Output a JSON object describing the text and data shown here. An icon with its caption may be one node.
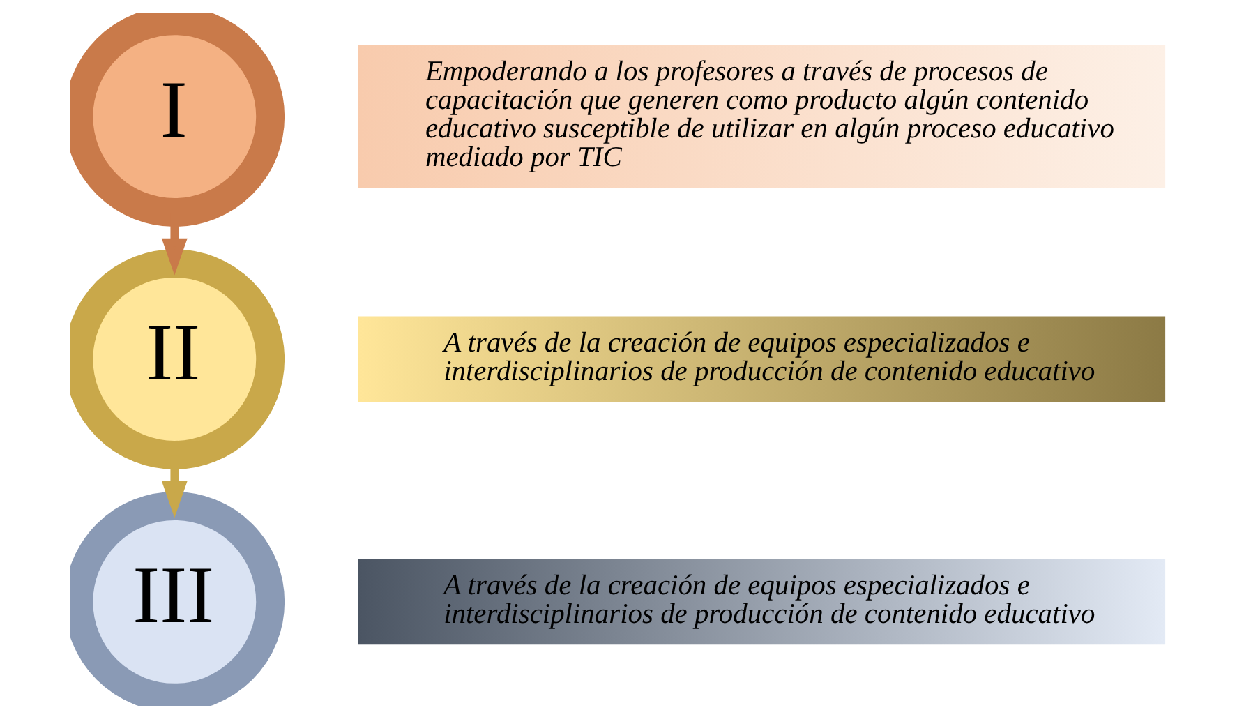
{
  "diagram": {
    "nodes": [
      {
        "text": [
          "I"
        ]
      },
      {
        "text": [
          "Empoderando a los profesores a través de procesos de capacitación que generen como producto algún contenido educativo susceptible de utilizar en algún proceso educativo mediado por TIC"
        ]
      },
      {
        "text": [
          "II"
        ]
      },
      {
        "text": [
          "A través de la creación de equipos especializados e interdisciplinarios de producción de contenido educativo"
        ]
      },
      {
        "text": [
          "III"
        ]
      },
      {
        "text": [
          "A través de la creación de equipos especializados e interdisciplinarios de producción de contenido educativo"
        ]
      }
    ],
    "edges": [
      {
        "from": 0,
        "to": 2,
        "arrow": "to"
      },
      {
        "from": 2,
        "to": 4,
        "arrow": "to"
      }
    ]
  }
}
